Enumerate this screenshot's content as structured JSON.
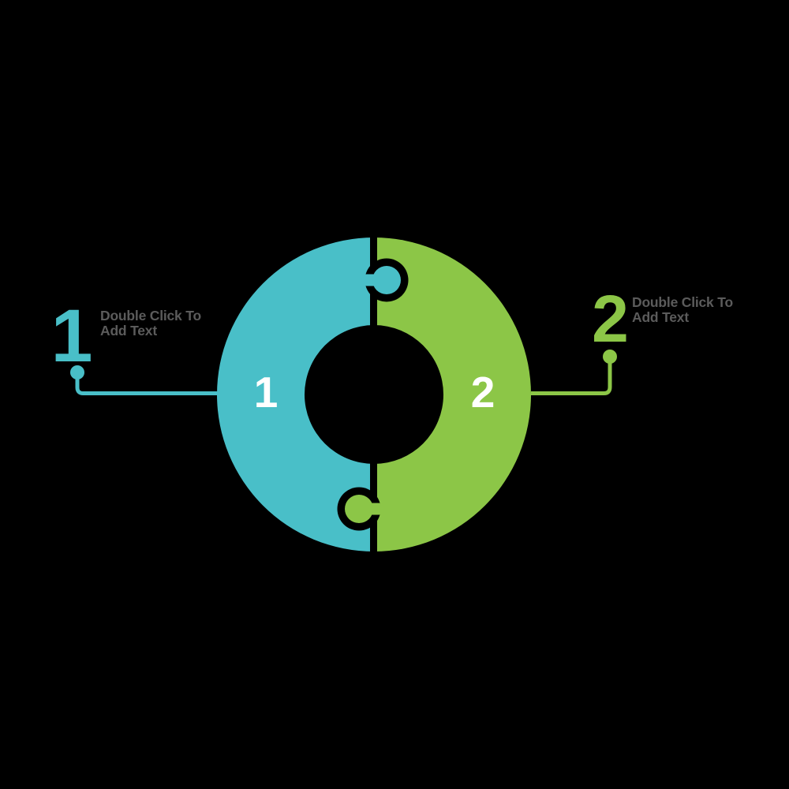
{
  "canvas": {
    "background": "#000000"
  },
  "palette": {
    "teal": "#49BFC8",
    "green": "#8CC647",
    "label_gray": "#5B5B5B",
    "digit_white": "#FFFFFF"
  },
  "diagram": {
    "type": "two-piece-puzzle-donut",
    "segments": [
      {
        "number": "1",
        "side": "left",
        "color": "#49BFC8",
        "callout_number": "1",
        "callout_line1": "Double Click To",
        "callout_line2": "Add Text"
      },
      {
        "number": "2",
        "side": "right",
        "color": "#8CC647",
        "callout_number": "2",
        "callout_line1": "Double Click To",
        "callout_line2": "Add Text"
      }
    ]
  }
}
